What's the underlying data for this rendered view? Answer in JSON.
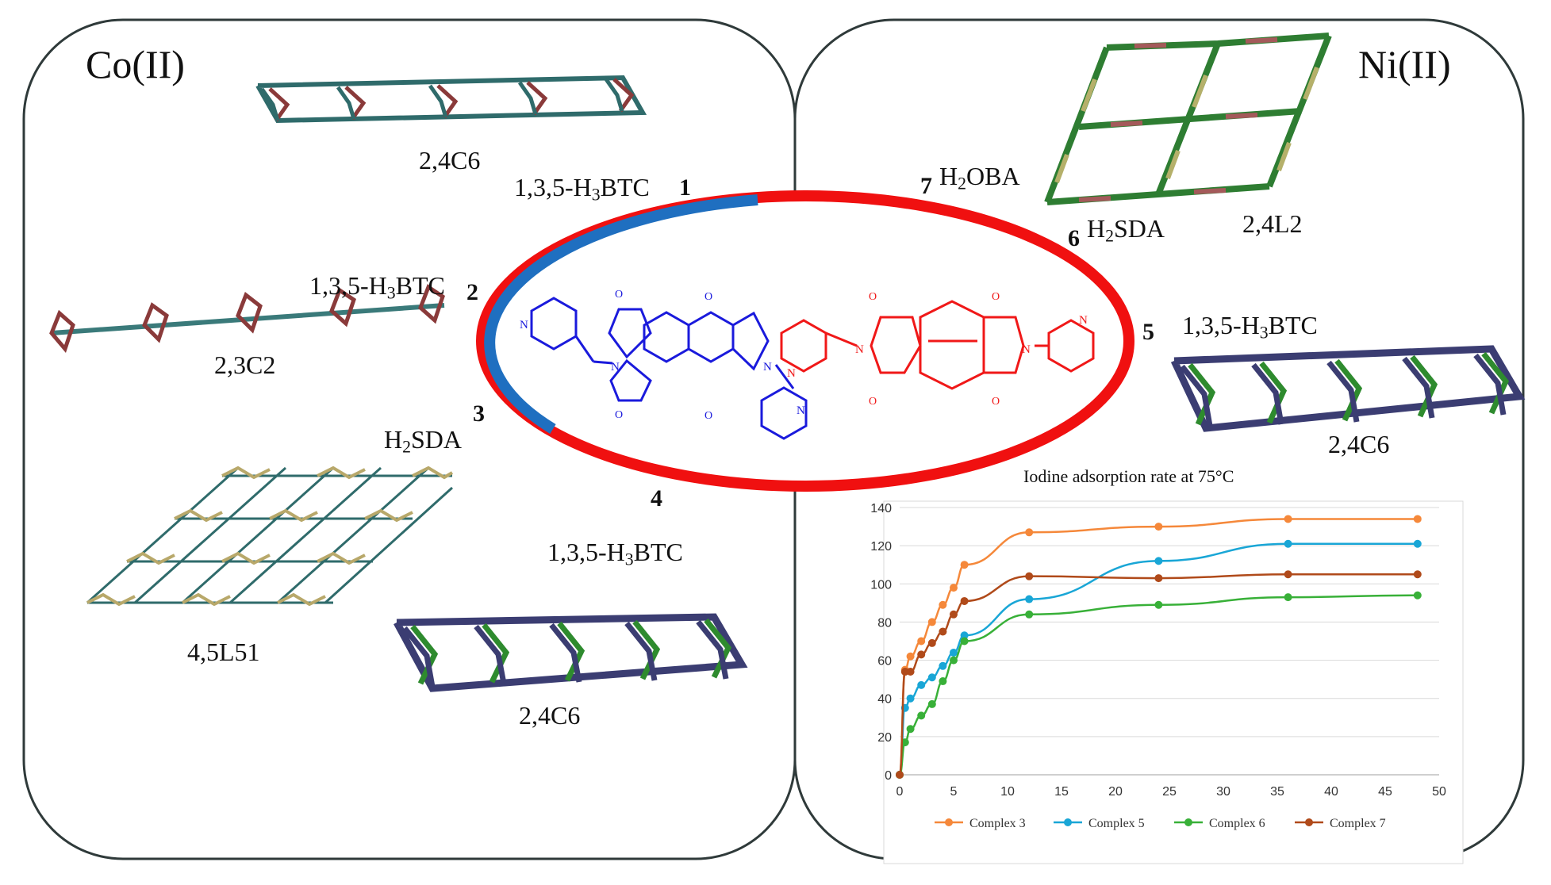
{
  "panels": {
    "left_title": "Co(II)",
    "right_title": "Ni(II)"
  },
  "labels": {
    "topology_1": "2,4C6",
    "topology_2": "2,3C2",
    "topology_3": "4,5L51",
    "topology_4": "2,4C6",
    "topology_5": "2,4C6",
    "topology_67": "2,4L2",
    "acid_1": "1,3,5-H3BTC",
    "acid_2": "1,3,5-H3BTC",
    "acid_3": "H2SDA",
    "acid_4": "1,3,5-H3BTC",
    "acid_5": "1,3,5-H3BTC",
    "acid_6": "H2SDA",
    "acid_7": "H2OBA",
    "num_1": "1",
    "num_2": "2",
    "num_3": "3",
    "num_4": "4",
    "num_5": "5",
    "num_6": "6",
    "num_7": "7"
  },
  "colors": {
    "ligand_blue": "#1a1adc",
    "ligand_red": "#f01818",
    "ring_blue": "#1f6fc0",
    "ring_red": "#f01010",
    "teal_net": "#2f6b6b",
    "navy_net": "#3b3d72",
    "green_node": "#2e8b2e"
  },
  "chart_data": {
    "type": "line",
    "title": "Iodine adsorption rate at 75°C",
    "xlabel": "",
    "ylabel": "",
    "xlim": [
      0,
      50
    ],
    "ylim": [
      0,
      140
    ],
    "xticks": [
      "0",
      "5",
      "10",
      "15",
      "20",
      "25",
      "30",
      "35",
      "40",
      "45",
      "50"
    ],
    "yticks": [
      "0",
      "20",
      "40",
      "60",
      "80",
      "100",
      "120",
      "140"
    ],
    "grid": "horizontal",
    "legend_position": "bottom",
    "series": [
      {
        "name": "Complex 3",
        "color": "#f5883a",
        "x": [
          0,
          0.5,
          1,
          2,
          3,
          4,
          5,
          6,
          12,
          24,
          36,
          48
        ],
        "y": [
          0,
          55,
          62,
          70,
          80,
          89,
          98,
          110,
          127,
          130,
          134,
          134
        ]
      },
      {
        "name": "Complex 5",
        "color": "#19a6d6",
        "x": [
          0,
          0.5,
          1,
          2,
          3,
          4,
          5,
          6,
          12,
          24,
          36,
          48
        ],
        "y": [
          0,
          35,
          40,
          47,
          51,
          57,
          64,
          73,
          92,
          112,
          121,
          121
        ]
      },
      {
        "name": "Complex 6",
        "color": "#38b038",
        "x": [
          0,
          0.5,
          1,
          2,
          3,
          4,
          5,
          6,
          12,
          24,
          36,
          48
        ],
        "y": [
          0,
          17,
          24,
          31,
          37,
          49,
          60,
          70,
          84,
          89,
          93,
          94
        ]
      },
      {
        "name": "Complex 7",
        "color": "#b04a1a",
        "x": [
          0,
          0.5,
          1,
          2,
          3,
          4,
          5,
          6,
          12,
          24,
          36,
          48
        ],
        "y": [
          0,
          54,
          54,
          63,
          69,
          75,
          84,
          91,
          104,
          103,
          105,
          105
        ]
      }
    ]
  }
}
